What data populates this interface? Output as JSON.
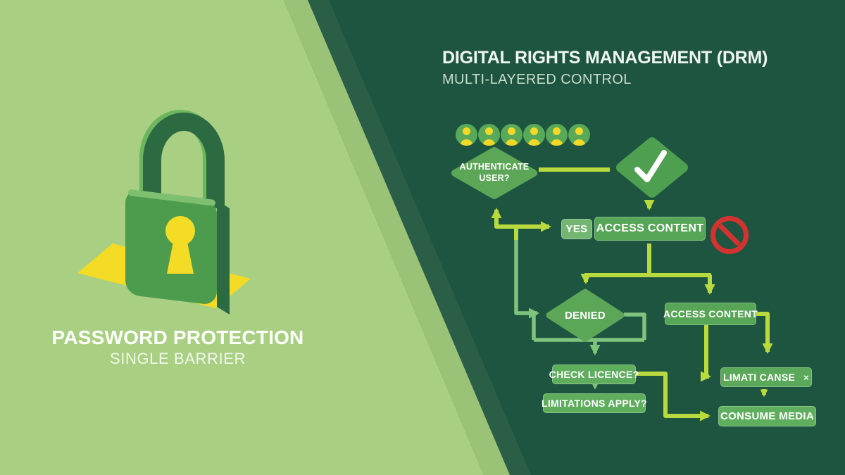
{
  "left_panel": {
    "heading": "PASSWORD PROTECTION",
    "subheading": "SINGLE BARRIER",
    "icon": "padlock-icon"
  },
  "drm_panel": {
    "heading": "DIGITAL RIGHTS MANAGEMENT (DRM)",
    "subheading": "MULTI-LAYERED CONTROL",
    "user_count": "6",
    "nodes": {
      "authenticate": "AUTHENTICATE USER?",
      "yes_label": "YES",
      "access_content_top": "ACCESS CONTENT",
      "denied": "DENIED",
      "access_content_right": "ACCESS CONTENT",
      "check_licence": "CHECK LICENCE?",
      "limitations_apply": "LIMITATIONS APPLY?",
      "limit_canse": "LIMATI CANSE",
      "limit_canse_mark": "×",
      "consume_media": "CONSUME MEDIA"
    }
  },
  "colors": {
    "background_dark": "#1e5540",
    "background_light": "#a9cf83",
    "node_green": "#57a556",
    "arrow_yellow_green": "#b9da3f",
    "arrow_light_green": "#7fc47c",
    "prohibition_red": "#d23330",
    "icon_yellow": "#f2d927"
  }
}
